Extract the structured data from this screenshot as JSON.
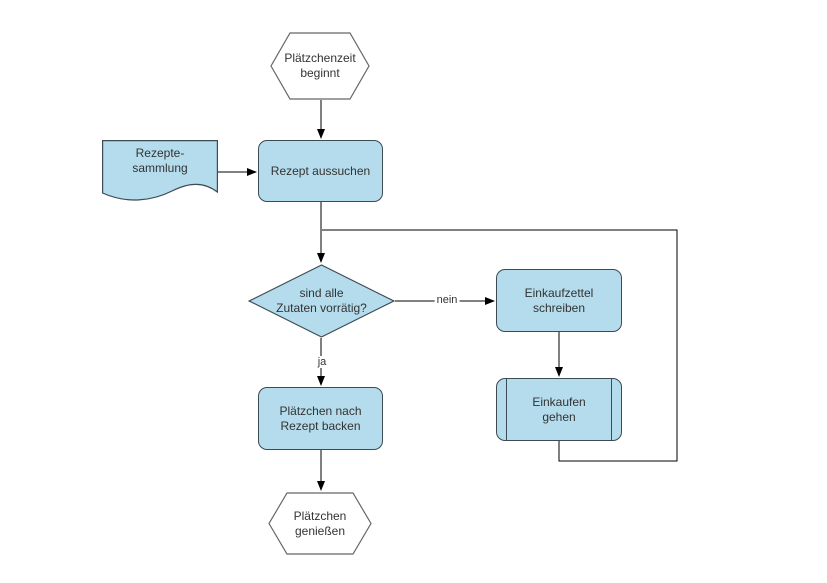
{
  "colors": {
    "background": "#ffffff",
    "node_fill": "#b5dcec",
    "node_stroke": "#3c4b54",
    "terminator_fill": "#ffffff",
    "terminator_stroke": "#666666",
    "connector": "#000000",
    "text": "#333333"
  },
  "nodes": {
    "start": {
      "shape": "hexagon",
      "label": "Plätzchenzeit\nbeginnt"
    },
    "recipe_collection": {
      "shape": "document",
      "label": "Rezepte-\nsammlung"
    },
    "choose_recipe": {
      "shape": "rounded-rectangle",
      "label": "Rezept aussuchen"
    },
    "ingredients_decision": {
      "shape": "diamond",
      "label": "sind alle\nZutaten vorrätig?"
    },
    "write_shopping_list": {
      "shape": "rounded-rectangle",
      "label": "Einkaufzettel\nschreiben"
    },
    "go_shopping": {
      "shape": "subroutine",
      "label": "Einkaufen\ngehen"
    },
    "bake_cookies": {
      "shape": "rounded-rectangle",
      "label": "Plätzchen nach\nRezept backen"
    },
    "end": {
      "shape": "hexagon",
      "label": "Plätzchen\ngenießen"
    }
  },
  "edge_labels": {
    "no": "nein",
    "yes": "ja"
  }
}
